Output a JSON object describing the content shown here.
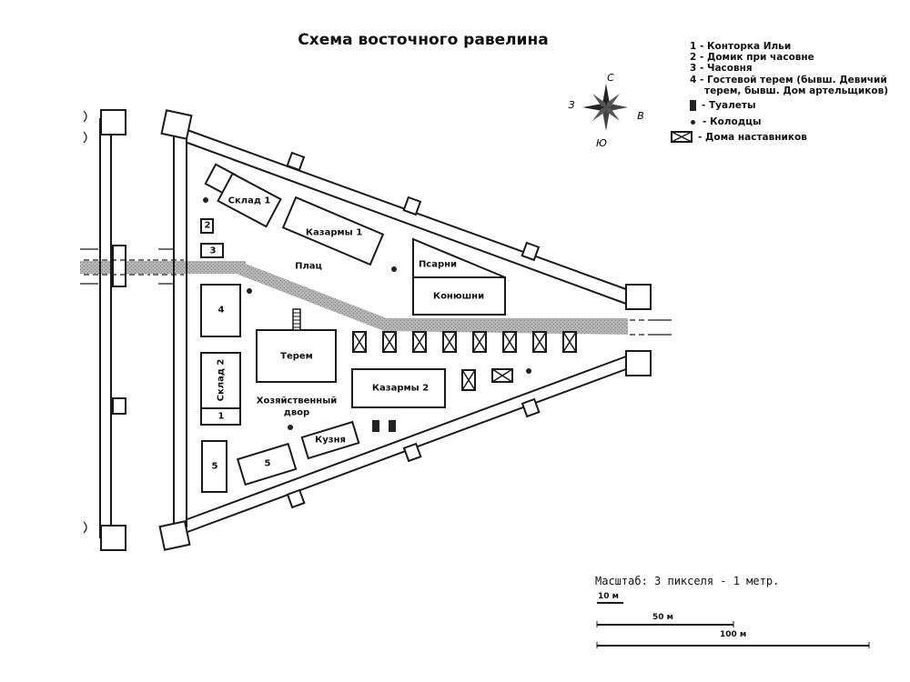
{
  "title": "Схема восточного равелина",
  "legend": {
    "items": [
      "1 - Конторка Ильи",
      "2 - Домик при часовне",
      "3 - Часовня",
      "4 - Гостевой терем (бывш. Девичий",
      "терем, бывш. Дом артельщиков)"
    ],
    "toilets": "- Туалеты",
    "wells": "- Колодцы",
    "houses": "- Дома наставников"
  },
  "compass": {
    "n": "С",
    "s": "Ю",
    "w": "З",
    "e": "В"
  },
  "labels": {
    "sklad1": "Склад 1",
    "kazarmy1": "Казармы 1",
    "plac": "Плац",
    "psarni": "Псарни",
    "konyushni": "Конюшни",
    "b2": "2",
    "b3": "3",
    "b4": "4",
    "sklad2": "Склад 2",
    "b1": "1",
    "terem": "Терем",
    "kazarmy2": "Казармы 2",
    "hoz1": "Хозяйственный",
    "hoz2": "двор",
    "kuznya": "Кузня",
    "b5a": "5",
    "b5b": "5"
  },
  "scale": {
    "text": "Масштаб: 3 пикселя - 1 метр.",
    "s10": "10 м",
    "s50": "50 м",
    "s100": "100 м"
  },
  "colors": {
    "ink": "#1a1a1a",
    "road": "#9a9a9a",
    "compass": "#333333"
  }
}
